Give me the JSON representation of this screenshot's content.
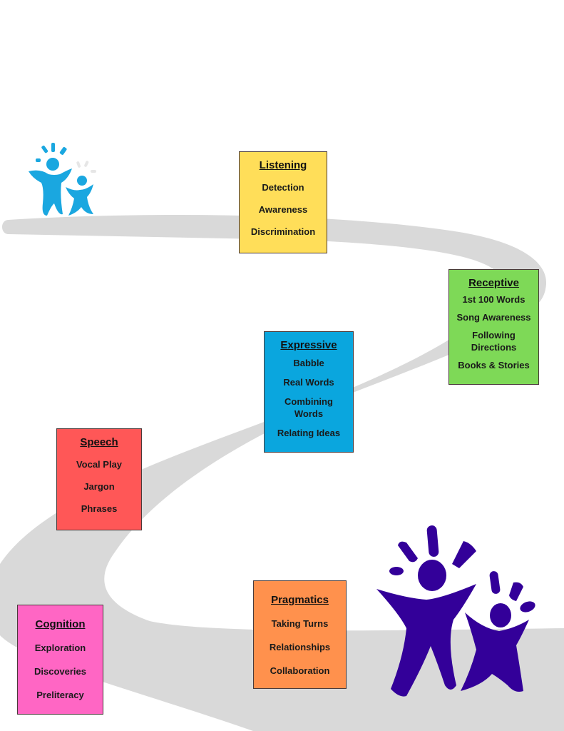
{
  "colors": {
    "road": "#d9d9d9",
    "small_figures": "#1aa7e0",
    "large_figures": "#330099",
    "listening": "#ffde59",
    "receptive": "#7ed957",
    "expressive": "#0aa6de",
    "speech": "#ff5757",
    "pragmatics": "#ff914d",
    "cognition": "#ff66c4"
  },
  "stages": {
    "listening": {
      "title": "Listening",
      "items": [
        "Detection",
        "Awareness",
        "Discrimination"
      ]
    },
    "receptive": {
      "title": "Receptive",
      "items": [
        "1st 100 Words",
        "Song Awareness",
        "Following Directions",
        "Books & Stories"
      ]
    },
    "expressive": {
      "title": "Expressive",
      "items": [
        "Babble",
        "Real Words",
        "Combining Words",
        "Relating Ideas"
      ]
    },
    "speech": {
      "title": "Speech",
      "items": [
        "Vocal Play",
        "Jargon",
        "Phrases"
      ]
    },
    "pragmatics": {
      "title": "Pragmatics",
      "items": [
        "Taking Turns",
        "Relationships",
        "Collaboration"
      ]
    },
    "cognition": {
      "title": "Cognition",
      "items": [
        "Exploration",
        "Discoveries",
        "Preliteracy"
      ]
    }
  }
}
